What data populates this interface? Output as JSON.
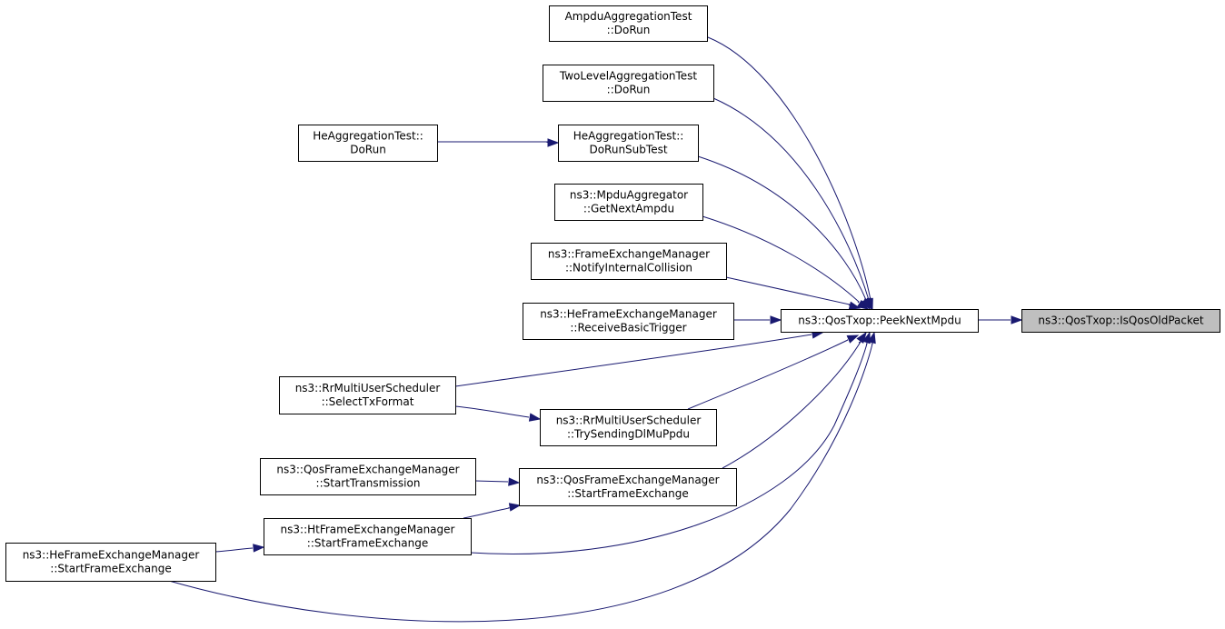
{
  "graph": {
    "edge_color": "#191970",
    "focus_fill": "#bfbfbf",
    "nodes": [
      {
        "id": "qos_is_old",
        "lines": [
          "ns3::QosTxop::IsQosOldPacket"
        ],
        "focus": true
      },
      {
        "id": "peek_next",
        "lines": [
          "ns3::QosTxop::PeekNextMpdu"
        ]
      },
      {
        "id": "ampdu_test",
        "lines": [
          "AmpduAggregationTest",
          "::DoRun"
        ]
      },
      {
        "id": "twolevel_test",
        "lines": [
          "TwoLevelAggregationTest",
          "::DoRun"
        ]
      },
      {
        "id": "he_agg_subtest",
        "lines": [
          "HeAggregationTest::",
          "DoRunSubTest"
        ]
      },
      {
        "id": "he_agg_dorun",
        "lines": [
          "HeAggregationTest::",
          "DoRun"
        ]
      },
      {
        "id": "mpdu_agg",
        "lines": [
          "ns3::MpduAggregator",
          "::GetNextAmpdu"
        ]
      },
      {
        "id": "fem_notify",
        "lines": [
          "ns3::FrameExchangeManager",
          "::NotifyInternalCollision"
        ]
      },
      {
        "id": "he_fem_trigger",
        "lines": [
          "ns3::HeFrameExchangeManager",
          "::ReceiveBasicTrigger"
        ]
      },
      {
        "id": "rr_select",
        "lines": [
          "ns3::RrMultiUserScheduler",
          "::SelectTxFormat"
        ]
      },
      {
        "id": "rr_try",
        "lines": [
          "ns3::RrMultiUserScheduler",
          "::TrySendingDlMuPpdu"
        ]
      },
      {
        "id": "qos_fem_start_tx",
        "lines": [
          "ns3::QosFrameExchangeManager",
          "::StartTransmission"
        ]
      },
      {
        "id": "qos_fem_start_fx",
        "lines": [
          "ns3::QosFrameExchangeManager",
          "::StartFrameExchange"
        ]
      },
      {
        "id": "ht_fem_start_fx",
        "lines": [
          "ns3::HtFrameExchangeManager",
          "::StartFrameExchange"
        ]
      },
      {
        "id": "he_fem_start_fx",
        "lines": [
          "ns3::HeFrameExchangeManager",
          "::StartFrameExchange"
        ]
      }
    ],
    "edges": [
      {
        "from": "peek_next",
        "to": "qos_is_old"
      },
      {
        "from": "ampdu_test",
        "to": "peek_next"
      },
      {
        "from": "twolevel_test",
        "to": "peek_next"
      },
      {
        "from": "he_agg_subtest",
        "to": "peek_next"
      },
      {
        "from": "he_agg_dorun",
        "to": "he_agg_subtest"
      },
      {
        "from": "mpdu_agg",
        "to": "peek_next"
      },
      {
        "from": "fem_notify",
        "to": "peek_next"
      },
      {
        "from": "he_fem_trigger",
        "to": "peek_next"
      },
      {
        "from": "rr_select",
        "to": "peek_next"
      },
      {
        "from": "rr_try",
        "to": "peek_next"
      },
      {
        "from": "rr_select",
        "to": "rr_try"
      },
      {
        "from": "qos_fem_start_fx",
        "to": "peek_next"
      },
      {
        "from": "qos_fem_start_tx",
        "to": "qos_fem_start_fx"
      },
      {
        "from": "ht_fem_start_fx",
        "to": "peek_next"
      },
      {
        "from": "ht_fem_start_fx",
        "to": "qos_fem_start_fx"
      },
      {
        "from": "he_fem_start_fx",
        "to": "peek_next"
      },
      {
        "from": "he_fem_start_fx",
        "to": "ht_fem_start_fx"
      }
    ]
  }
}
